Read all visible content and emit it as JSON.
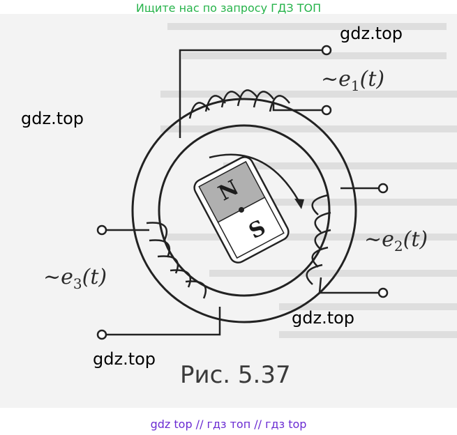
{
  "top_banner": "Ищите нас по запросу ГДЗ ТОП",
  "watermarks": [
    "gdz.top",
    "gdz.top",
    "gdz.top",
    "gdz.top"
  ],
  "labels": {
    "e1_main": "~e",
    "e1_sub": "1",
    "e1_arg": "(t)",
    "e2_main": "~e",
    "e2_sub": "2",
    "e2_arg": "(t)",
    "e3_main": "~e",
    "e3_sub": "3",
    "e3_arg": "(t)"
  },
  "magnet": {
    "north": "N",
    "south": "S"
  },
  "caption": "Рис. 5.37",
  "bottom_banner": "gdz top  //  гдз топ  //  гдз top",
  "colors": {
    "banner_top": "#26b34a",
    "banner_bottom": "#6a2bd2",
    "magnet_fill": "#b0b0b0"
  }
}
